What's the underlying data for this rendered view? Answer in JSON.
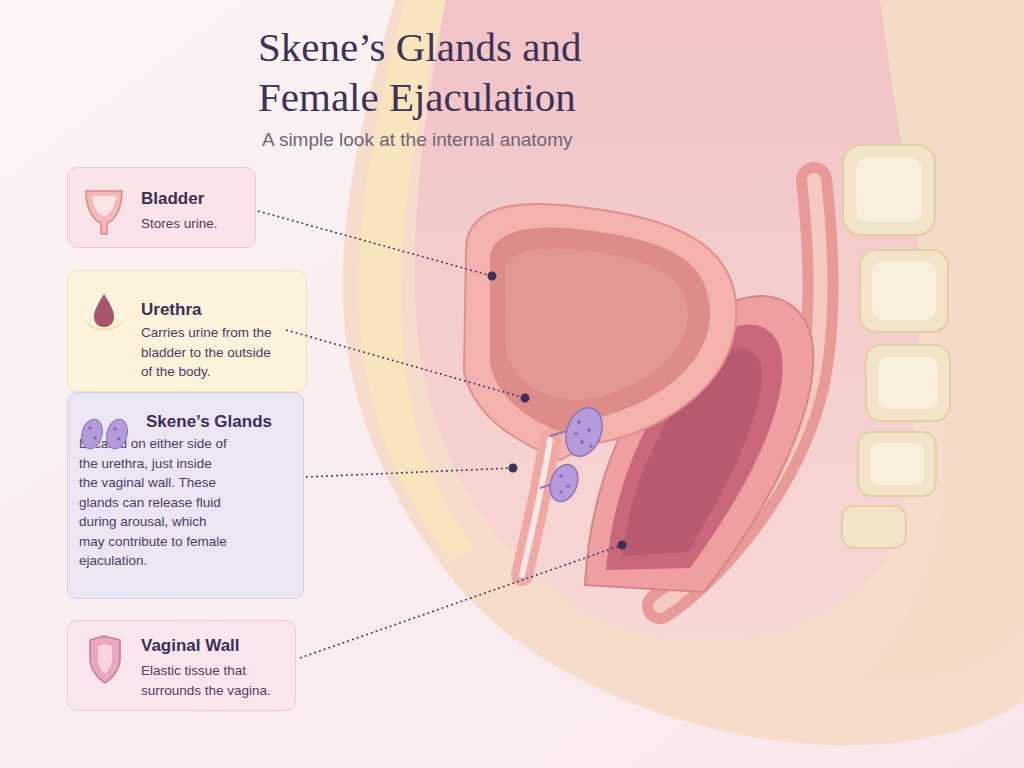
{
  "diagram": {
    "title": "Skene’s Glands and Female Ejaculation",
    "caption": "A simple look at the internal anatomy",
    "nodes": [
      {
        "text": [
          "Bladder",
          "Stores urine."
        ]
      },
      {
        "text": [
          "Urethra",
          "Carries urine from the bladder to the outside of the body."
        ]
      },
      {
        "text": [
          "Skene’s Glands",
          "Located on either side of the urethra, just inside the vaginal wall. These glands can release fluid during arousal, which may contribute to female ejaculation."
        ]
      },
      {
        "text": [
          "Vaginal Wall",
          "Elastic tissue that surrounds the vagina."
        ]
      }
    ]
  }
}
